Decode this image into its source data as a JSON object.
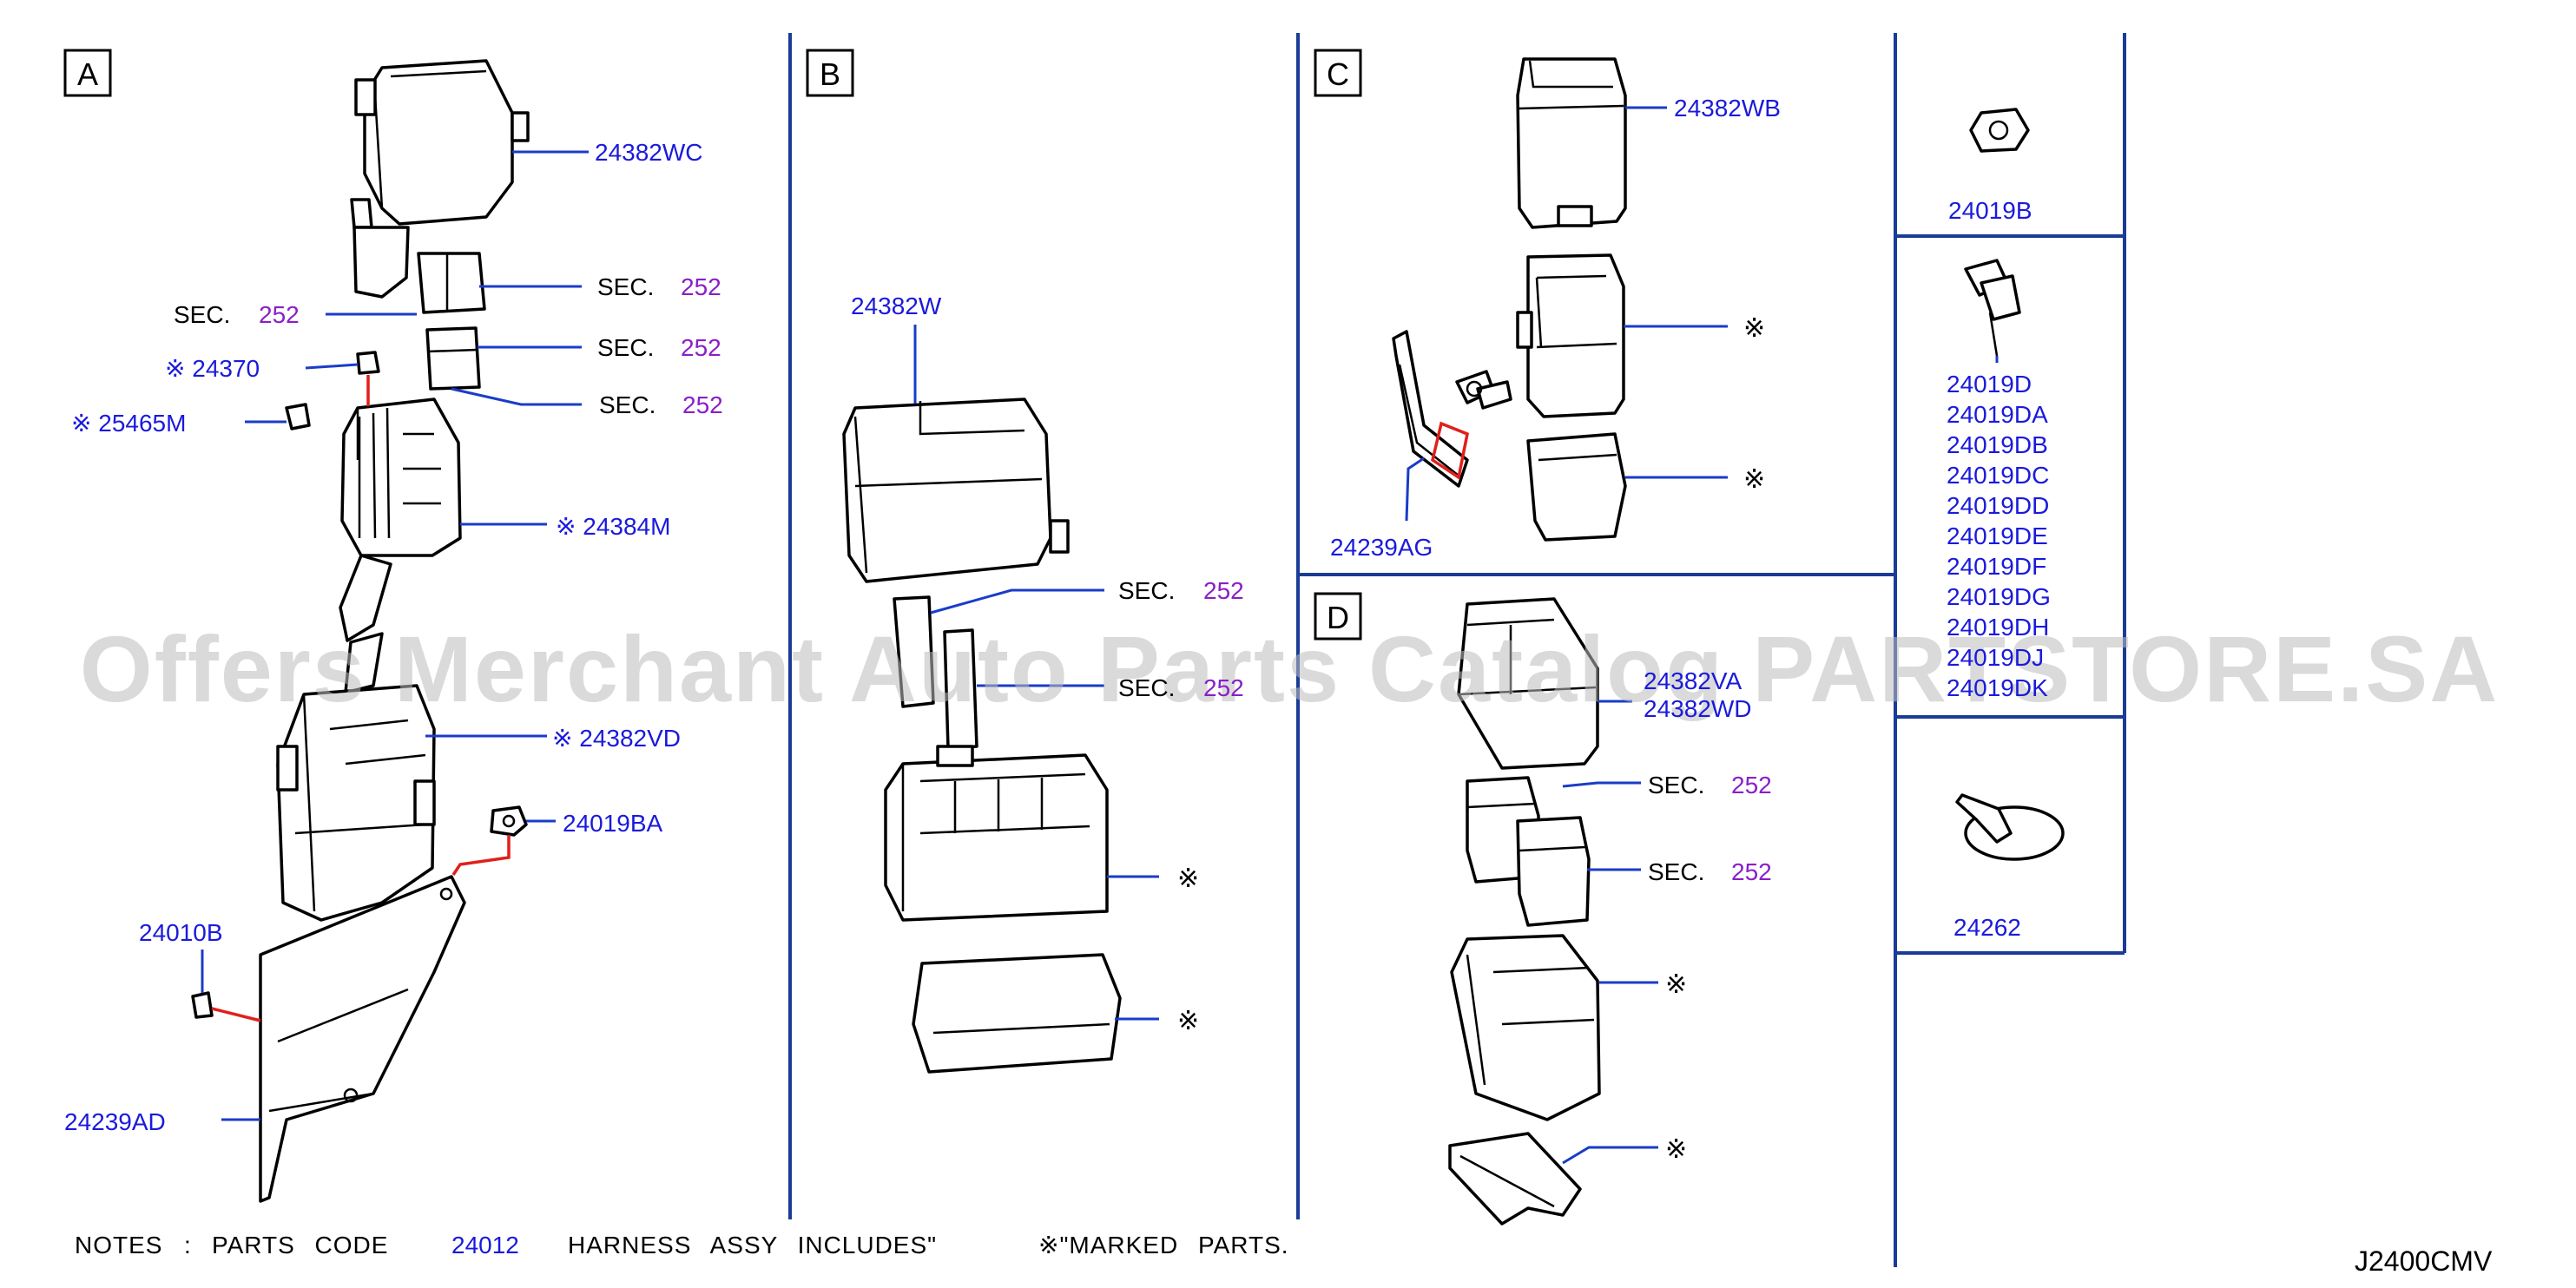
{
  "sections": {
    "a": "A",
    "b": "B",
    "c": "C",
    "d": "D"
  },
  "sec": {
    "label": "SEC.",
    "number": "252"
  },
  "mark": "※",
  "parts": {
    "p24382WC": "24382WC",
    "p24370": "※ 24370",
    "p25465M": "※ 25465M",
    "p24384M": "※ 24384M",
    "p24382VD": "※ 24382VD",
    "p24019BA": "24019BA",
    "p24010B": "24010B",
    "p24239AD": "24239AD",
    "p24382W": "24382W",
    "p24382WB": "24382WB",
    "p24239AG": "24239AG",
    "p24382VA": "24382VA",
    "p24382WD": "24382WD",
    "p24019B": "24019B",
    "p24262": "24262"
  },
  "p24019D_list": [
    "24019D",
    "24019DA",
    "24019DB",
    "24019DC",
    "24019DD",
    "24019DE",
    "24019DF",
    "24019DG",
    "24019DH",
    "24019DJ",
    "24019DK"
  ],
  "notes": {
    "notes_label": "NOTES",
    "colon": ":",
    "parts_code": "PARTS CODE",
    "code": "24012",
    "harness": "HARNESS ASSY INCLUDES\"",
    "marked": "※\"MARKED PARTS."
  },
  "diagram_code": "J2400CMV",
  "watermark": "Offers Merchant Auto Parts Catalog PARTSTORE.SA"
}
